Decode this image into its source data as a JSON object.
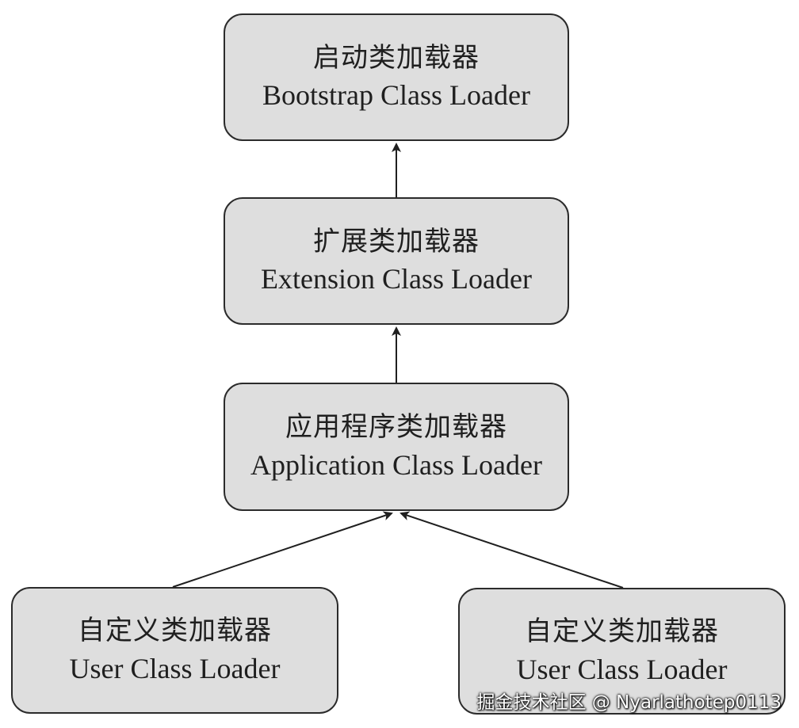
{
  "nodes": {
    "bootstrap": {
      "cn": "启动类加载器",
      "en": "Bootstrap Class Loader"
    },
    "extension": {
      "cn": "扩展类加载器",
      "en": "Extension Class Loader"
    },
    "application": {
      "cn": "应用程序类加载器",
      "en": "Application Class Loader"
    },
    "user_left": {
      "cn": "自定义类加载器",
      "en": "User Class Loader"
    },
    "user_right": {
      "cn": "自定义类加载器",
      "en": "User Class Loader"
    }
  },
  "edges": [
    {
      "from": "extension",
      "to": "bootstrap"
    },
    {
      "from": "application",
      "to": "extension"
    },
    {
      "from": "user_left",
      "to": "application"
    },
    {
      "from": "user_right",
      "to": "application"
    }
  ],
  "colors": {
    "node_fill": "#dedede",
    "stroke": "#2b2b2b"
  },
  "watermark": "掘金技术社区 @ Nyarlathotep0113"
}
